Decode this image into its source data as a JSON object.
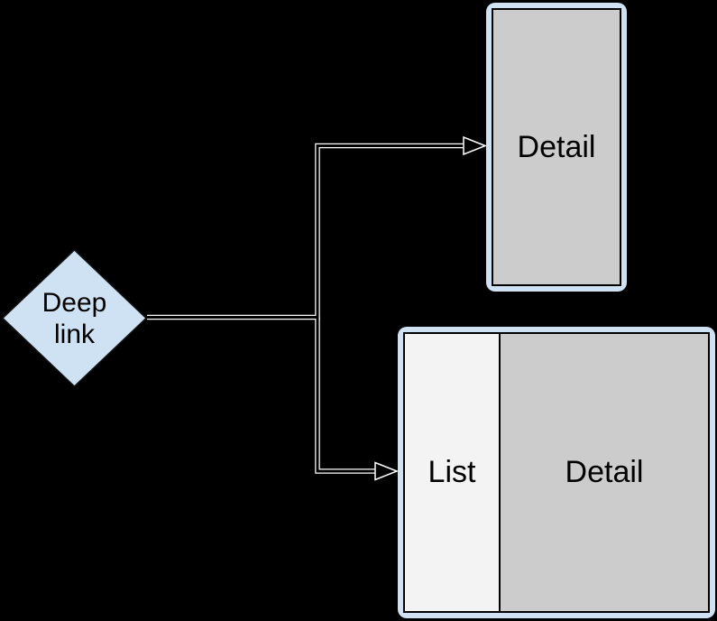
{
  "diagram": {
    "background_color": "#000000",
    "connector_color": "#ffffff",
    "node_fill_blue": "#cfe2f3",
    "detail_fill_gray": "#cccccc",
    "list_fill_light": "#f3f3f3",
    "deep_link": {
      "label": "Deep link",
      "shape": "diamond"
    },
    "phone": {
      "detail_label": "Detail"
    },
    "tablet": {
      "list_label": "List",
      "detail_label": "Detail"
    },
    "edges": [
      {
        "from": "deep-link",
        "to": "phone-detail"
      },
      {
        "from": "deep-link",
        "to": "tablet-list-detail"
      }
    ]
  }
}
